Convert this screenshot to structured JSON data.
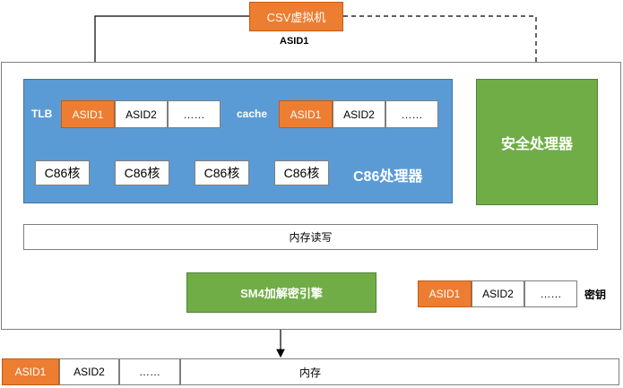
{
  "csv_vm": {
    "label": "CSV虚拟机",
    "asid_label": "ASID1"
  },
  "c86": {
    "label": "C86处理器",
    "tlb_label": "TLB",
    "tlb_entries": [
      "ASID1",
      "ASID2",
      "……"
    ],
    "cache_label": "cache",
    "cache_entries": [
      "ASID1",
      "ASID2",
      "……"
    ],
    "cores": [
      "C86核",
      "C86核",
      "C86核",
      "C86核"
    ]
  },
  "secure_processor": {
    "label": "安全处理器"
  },
  "memory_rw": {
    "label": "内存读写"
  },
  "sm4_engine": {
    "label": "SM4加解密引擎"
  },
  "keys": {
    "entries": [
      "ASID1",
      "ASID2",
      "……"
    ],
    "label": "密钥"
  },
  "memory": {
    "entries": [
      "ASID1",
      "ASID2",
      "……"
    ],
    "label": "内存"
  },
  "colors": {
    "asid_highlight": "#ed7d31",
    "processor_blue": "#5b9bd5",
    "engine_green": "#70ad47"
  }
}
